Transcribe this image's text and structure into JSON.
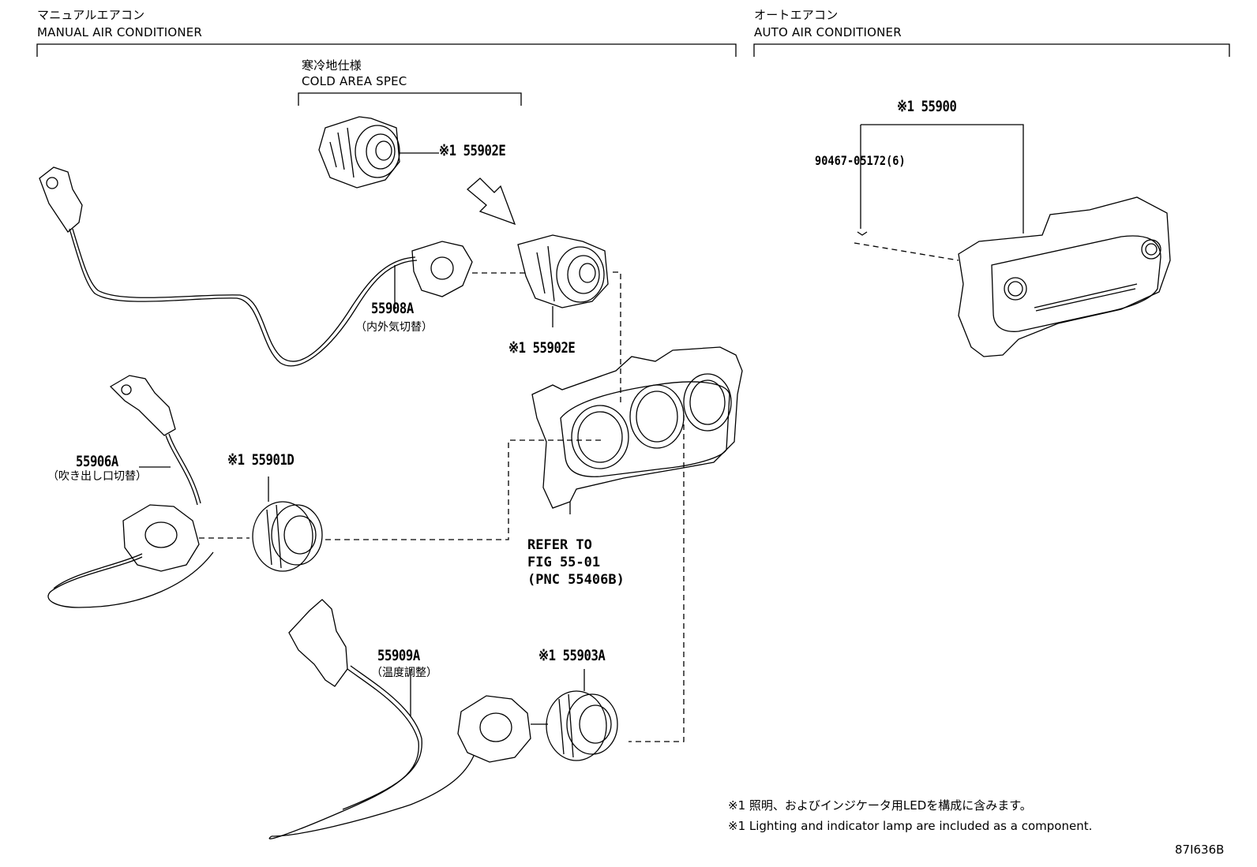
{
  "sections": {
    "manual": {
      "title_jp": "マニュアルエアコン",
      "title_en": "MANUAL AIR CONDITIONER"
    },
    "cold": {
      "title_jp": "寒冷地仕様",
      "title_en": "COLD AREA SPEC"
    },
    "auto": {
      "title_jp": "オートエアコン",
      "title_en": "AUTO AIR CONDITIONER"
    }
  },
  "parts": {
    "p55902E_top": "※1 55902E",
    "p55902E_mid": "※1 55902E",
    "p55908A": "55908A",
    "p55908A_jp": "（内外気切替）",
    "p55906A": "55906A",
    "p55906A_jp": "（吹き出し口切替）",
    "p55901D": "※1 55901D",
    "p55909A": "55909A",
    "p55909A_jp": "（温度調整）",
    "p55903A": "※1 55903A",
    "p55900": "※1 55900",
    "p90467": "90467-05172(6)"
  },
  "refer": {
    "line1": "REFER TO",
    "line2": "FIG 55-01",
    "line3": "(PNC 55406B)"
  },
  "notes": {
    "jp": "※1 照明、およびインジケータ用LEDを構成に含みます。",
    "en": "※1 Lighting and indicator lamp are included as a component."
  },
  "figure_id": "87I636B"
}
